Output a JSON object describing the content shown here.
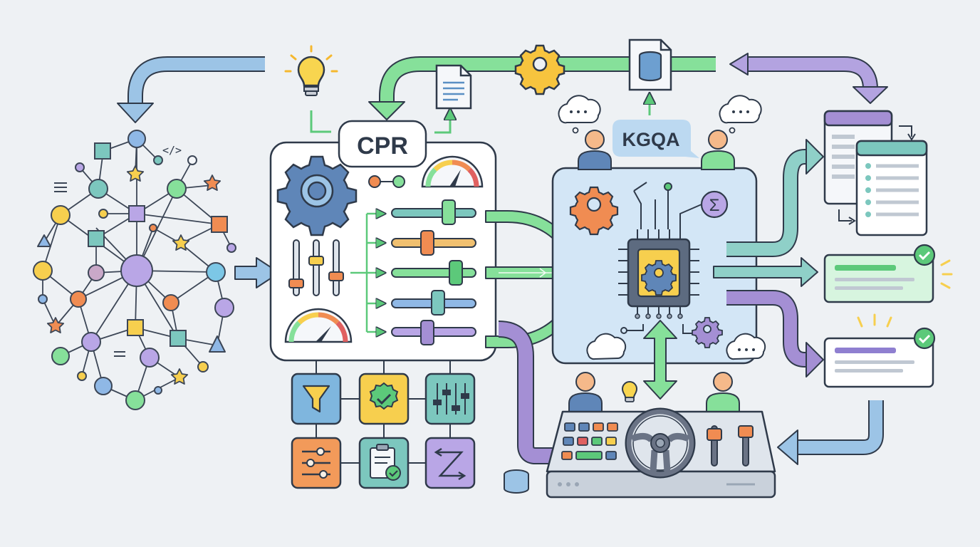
{
  "labels": {
    "cpr": "CPR",
    "kgqa": "KGQA",
    "code_tag": "</>",
    "sigma": "Σ"
  },
  "colors": {
    "background": "#eef1f4",
    "outline": "#2f3a4a",
    "blue": "#8fb8de",
    "green": "#6fd68a",
    "purple": "#a48fd4",
    "yellow": "#f7cf4e",
    "orange": "#f08c52",
    "teal": "#7cc7be",
    "panel_blue": "#d3e6f6"
  },
  "icons": [
    "knowledge-graph",
    "lightbulb-icon",
    "document-icon",
    "gear-icon",
    "database-document-icon",
    "gauge-icon",
    "slider-icon",
    "processor-chip-icon",
    "sigma-icon",
    "thought-cloud-icon",
    "person-icon",
    "filter-funnel-icon",
    "check-badge-icon",
    "mixer-icon",
    "clipboard-check-icon",
    "shuffle-icon",
    "database-icon",
    "steering-wheel-icon",
    "keypad-icon",
    "result-card-icon",
    "check-circle-icon",
    "stacked-pages-icon"
  ]
}
